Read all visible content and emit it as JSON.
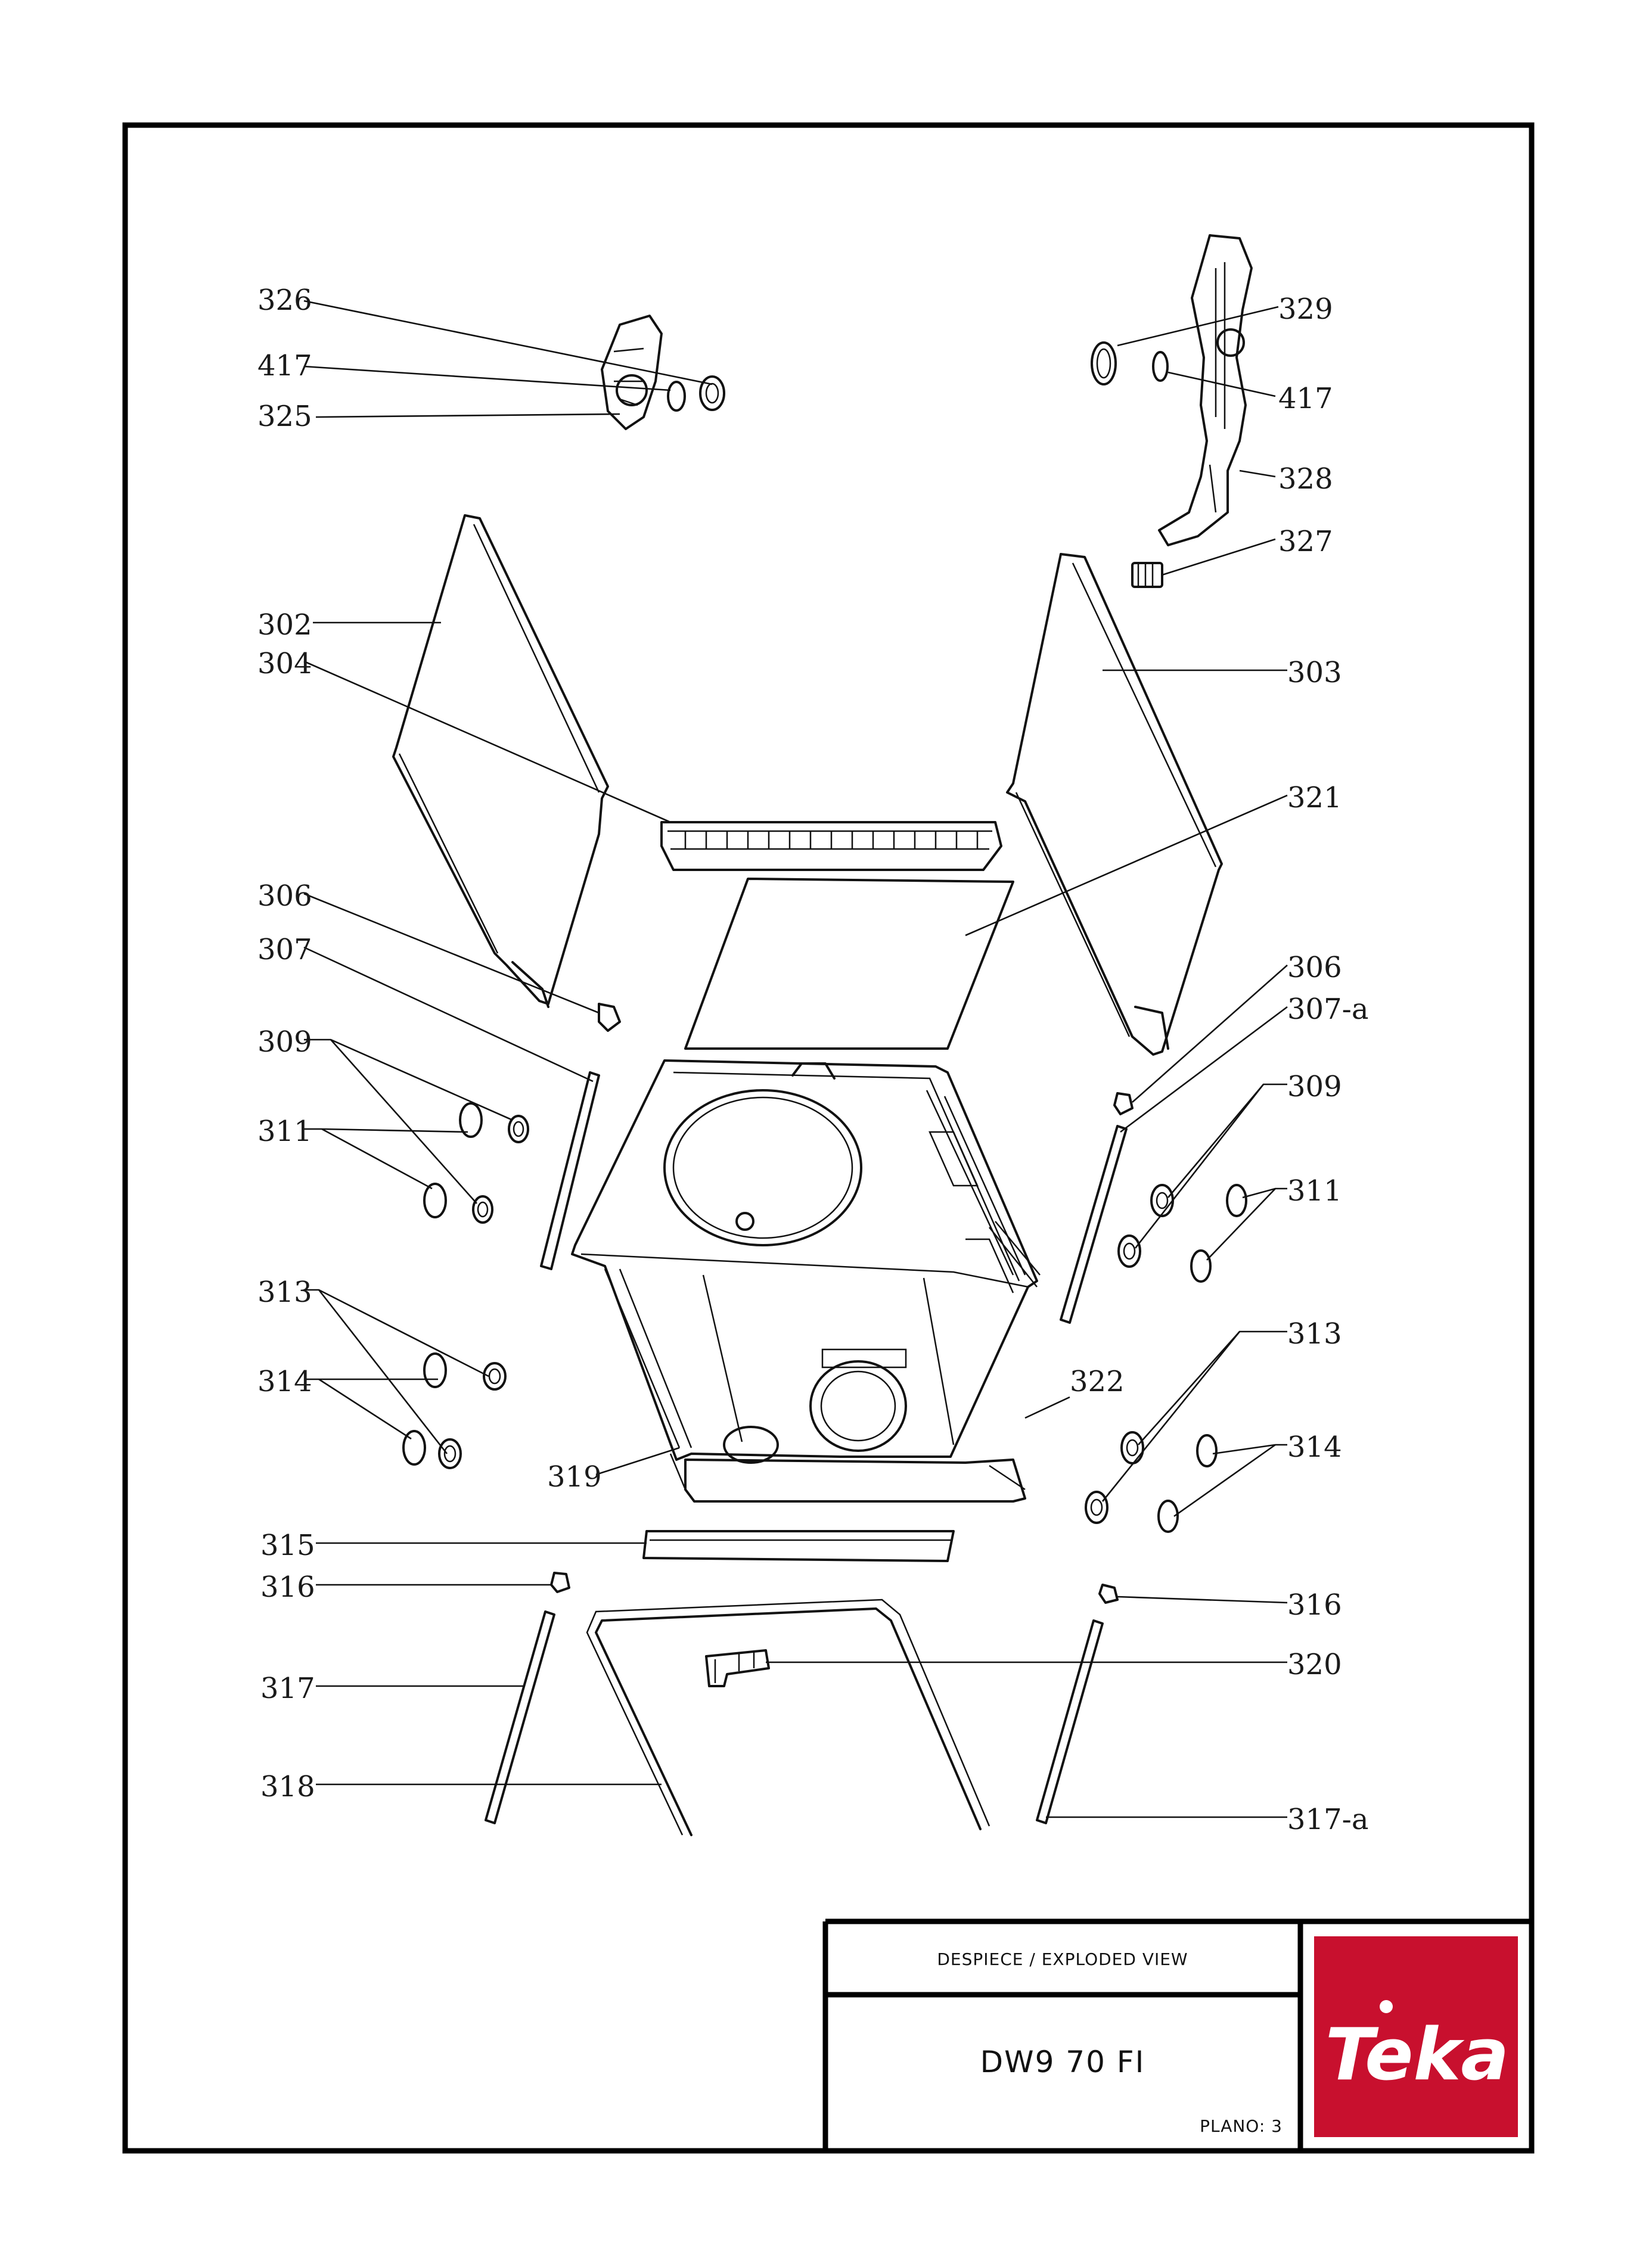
{
  "title_block": {
    "view_title": "DESPIECE / EXPLODED VIEW",
    "model": "DW9 70 FI",
    "sheet": "PLANO: 3",
    "brand": "Teka",
    "brand_color": "#c8102e"
  },
  "callouts": [
    "326",
    "417",
    "325",
    "302",
    "304",
    "306",
    "307",
    "309",
    "311",
    "313",
    "314",
    "319",
    "315",
    "316",
    "317",
    "318",
    "329",
    "417",
    "328",
    "327",
    "303",
    "321",
    "306",
    "307-a",
    "309",
    "311",
    "313",
    "322",
    "314",
    "316",
    "320",
    "317-a"
  ]
}
